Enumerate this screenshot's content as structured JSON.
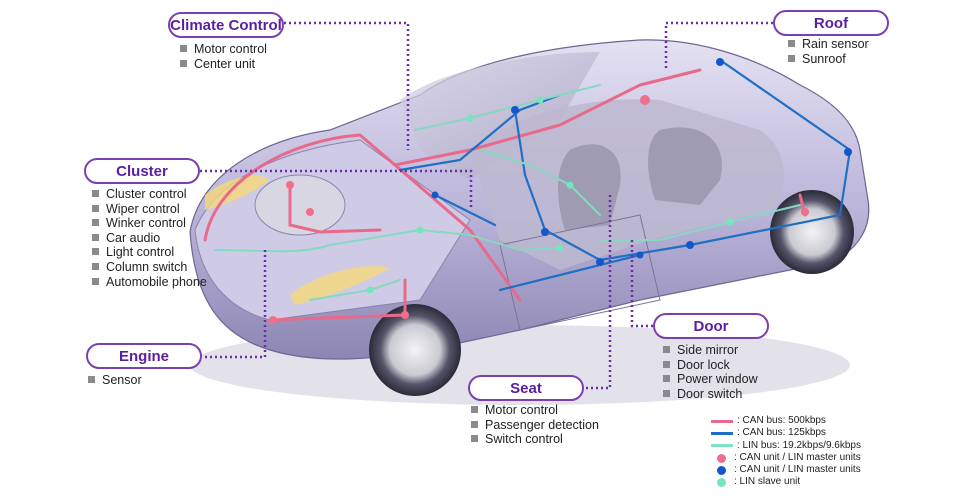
{
  "callouts": {
    "climate": {
      "title": "Climate Control",
      "items": [
        "Motor control",
        "Center unit"
      ]
    },
    "roof": {
      "title": "Roof",
      "items": [
        "Rain sensor",
        "Sunroof"
      ]
    },
    "cluster": {
      "title": "Cluster",
      "items": [
        "Cluster control",
        "Wiper control",
        "Winker control",
        "Car audio",
        "Light control",
        "Column switch",
        "Automobile phone"
      ]
    },
    "engine": {
      "title": "Engine",
      "items": [
        "Sensor"
      ]
    },
    "door": {
      "title": "Door",
      "items": [
        "Side mirror",
        "Door lock",
        "Power window",
        "Door switch"
      ]
    },
    "seat": {
      "title": "Seat",
      "items": [
        "Motor control",
        "Passenger detection",
        "Switch control"
      ]
    }
  },
  "legend": [
    {
      "kind": "line",
      "color": "#e8698a",
      "label": ": CAN bus: 500kbps"
    },
    {
      "kind": "line",
      "color": "#1f6fc4",
      "label": ": CAN bus: 125kbps"
    },
    {
      "kind": "line",
      "color": "#7de3c0",
      "label": ": LIN bus: 19.2kbps/9.6kbps"
    },
    {
      "kind": "dot",
      "color": "#ef6f8c",
      "label": ": CAN unit / LIN master units"
    },
    {
      "kind": "dot",
      "color": "#1457cc",
      "label": ": CAN unit / LIN master units"
    },
    {
      "kind": "dot",
      "color": "#74e6bd",
      "label": ": LIN slave unit"
    }
  ]
}
